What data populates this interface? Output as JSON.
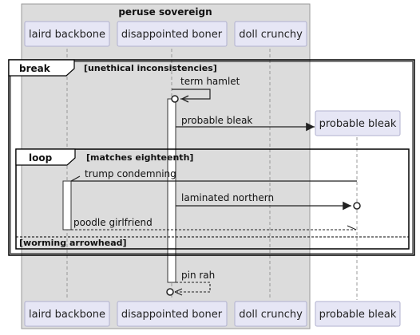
{
  "box": {
    "title": "peruse sovereign"
  },
  "participants": {
    "laird": "laird backbone",
    "boner": "disappointed boner",
    "doll": "doll crunchy",
    "bleak": "probable bleak"
  },
  "fragments": {
    "break": {
      "keyword": "break",
      "guard": "[unethical inconsistencies]"
    },
    "loop": {
      "keyword": "loop",
      "guard": "[matches eighteenth]"
    },
    "else_guard": "[worming arrowhead]"
  },
  "messages": {
    "m1": "term hamlet",
    "m2": "probable bleak",
    "m3": "trump condemning",
    "m4": "laminated northern",
    "m5": "poodle girlfriend",
    "m6": "pin rah"
  }
}
